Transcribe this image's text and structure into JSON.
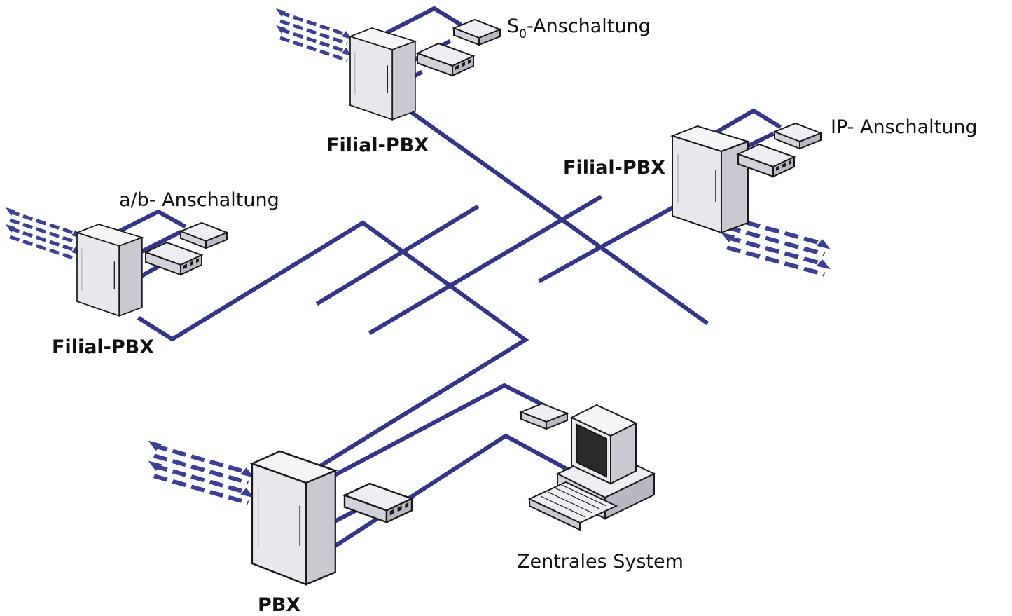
{
  "labels": {
    "s0_prefix": "S",
    "s0_subscript": "0",
    "s0_suffix": "-Anschaltung",
    "filial_top": "Filial-PBX",
    "ip": "IP- Anschaltung",
    "filial_right": "Filial-PBX",
    "ab": "a/b- Anschaltung",
    "filial_left": "Filial-PBX",
    "central": "Zentrales System",
    "pbx": "PBX"
  },
  "colors": {
    "line": "#33358a",
    "arrow": "#3b3f96",
    "cabinet_face": "#e7e7ec",
    "cabinet_side": "#c9c9d2",
    "cabinet_top": "#f5f5f8",
    "outline": "#1a1a1a"
  }
}
